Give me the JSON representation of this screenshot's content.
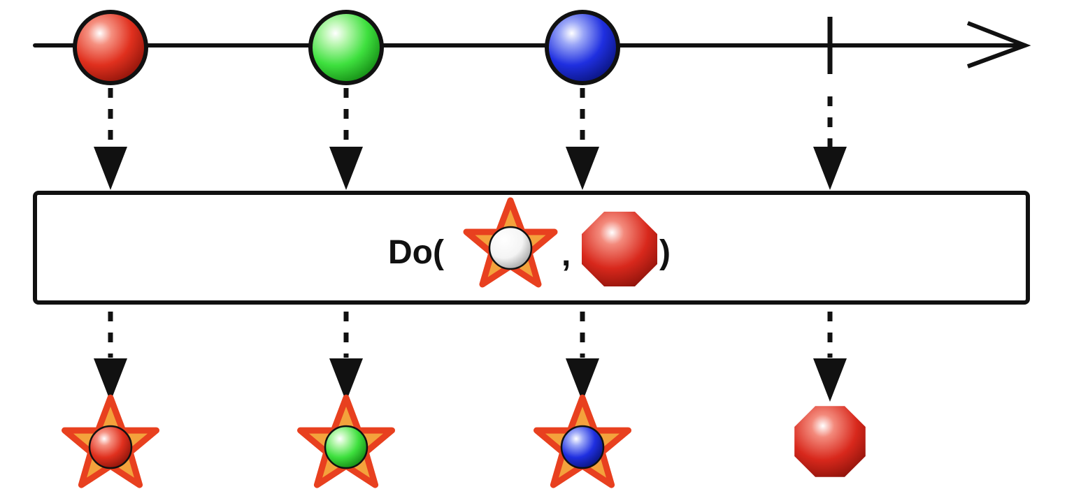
{
  "operator": {
    "label_prefix": "Do(",
    "separator": ",",
    "label_suffix": ")",
    "args": [
      "star-callback-icon",
      "stop-octagon-icon"
    ]
  },
  "input_stream": {
    "items": [
      {
        "kind": "marble",
        "color": "red"
      },
      {
        "kind": "marble",
        "color": "green"
      },
      {
        "kind": "marble",
        "color": "blue"
      },
      {
        "kind": "completion"
      }
    ]
  },
  "output_stream": {
    "items": [
      {
        "kind": "star-marble",
        "color": "red"
      },
      {
        "kind": "star-marble",
        "color": "green"
      },
      {
        "kind": "star-marble",
        "color": "blue"
      },
      {
        "kind": "stop-octagon"
      }
    ]
  },
  "colors": {
    "red": "#e0301e",
    "green": "#3ee03e",
    "blue": "#1f2fe0",
    "white": "#ffffff",
    "star_fill": "#f4a23c",
    "star_stroke": "#e8401f",
    "octagon": "#d8281c",
    "line": "#111111"
  }
}
